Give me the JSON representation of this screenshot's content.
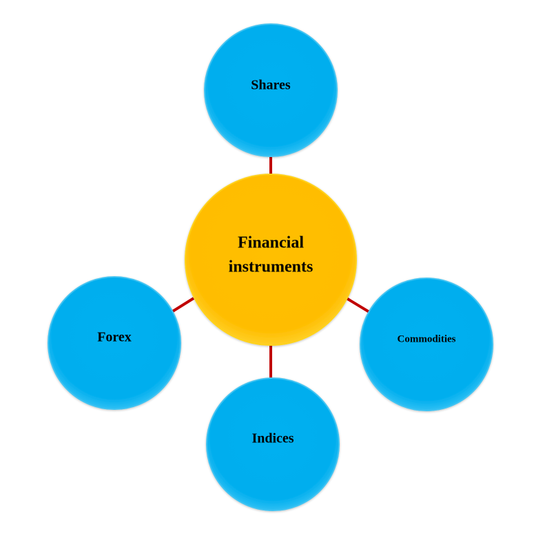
{
  "center": {
    "label_line1": "Financial",
    "label_line2": "instruments",
    "color": "#ffbf00"
  },
  "nodes": [
    {
      "id": "shares",
      "label": "Shares",
      "color": "#00b0f0"
    },
    {
      "id": "commodities",
      "label": "Commodities",
      "color": "#00b0f0"
    },
    {
      "id": "indices",
      "label": "Indices",
      "color": "#00b0f0"
    },
    {
      "id": "forex",
      "label": "Forex",
      "color": "#00b0f0"
    }
  ],
  "connector_color": "#c00000"
}
